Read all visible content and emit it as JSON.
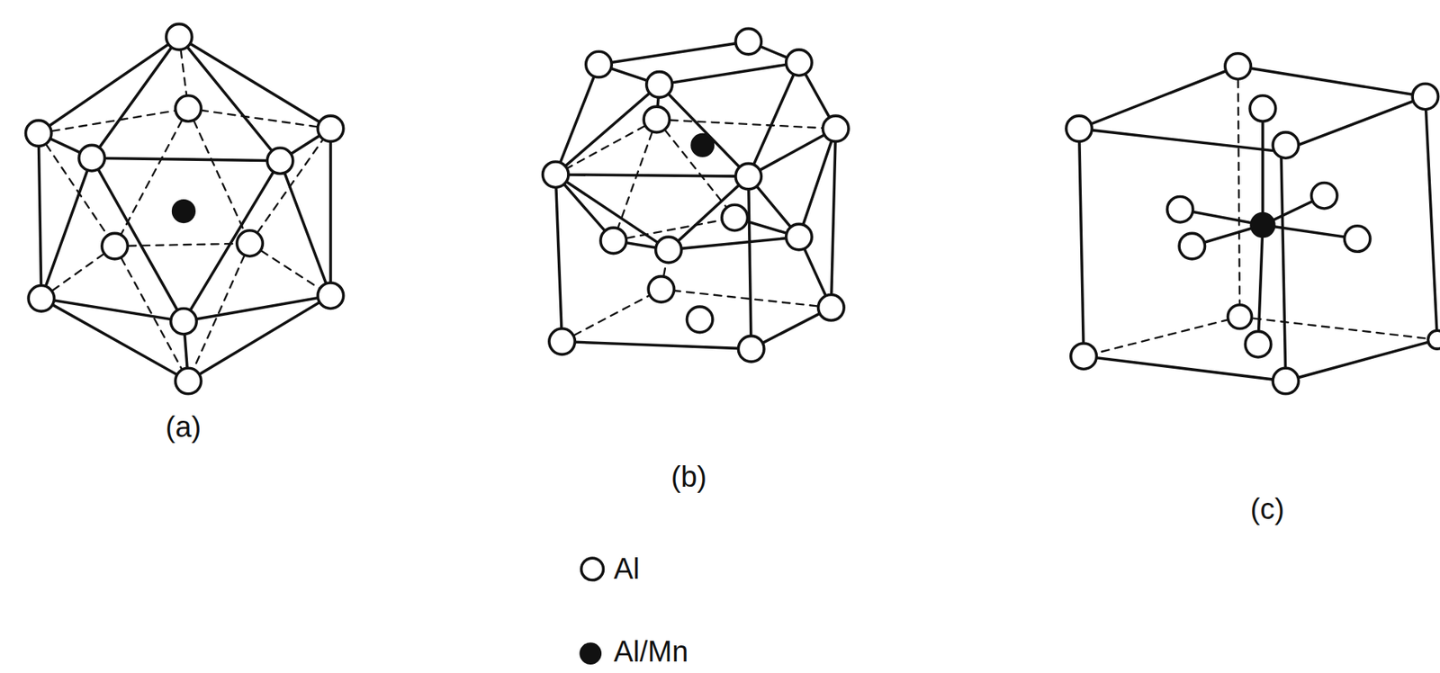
{
  "diagram": {
    "labels": [
      "(a)",
      "(b)",
      "(c)"
    ],
    "legend": [
      {
        "text": "Al"
      },
      {
        "text": "Al/Mn"
      }
    ]
  }
}
